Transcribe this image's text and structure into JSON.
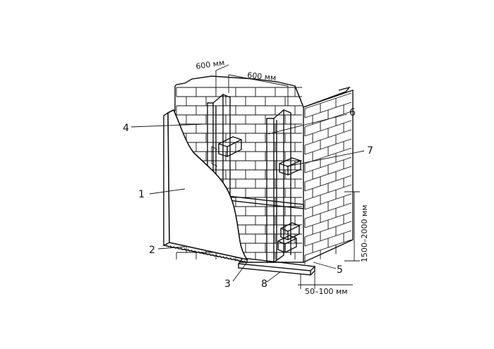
{
  "labels": {
    "l1": "1",
    "l2": "2",
    "l3": "3",
    "l4": "4",
    "l5": "5",
    "l6": "6",
    "l7": "7",
    "l8": "8"
  },
  "dimensions": {
    "top_left": "600 мм",
    "top_right": "600 мм",
    "vertical": "1500–2000 мм",
    "bottom": "50–100 мм"
  }
}
